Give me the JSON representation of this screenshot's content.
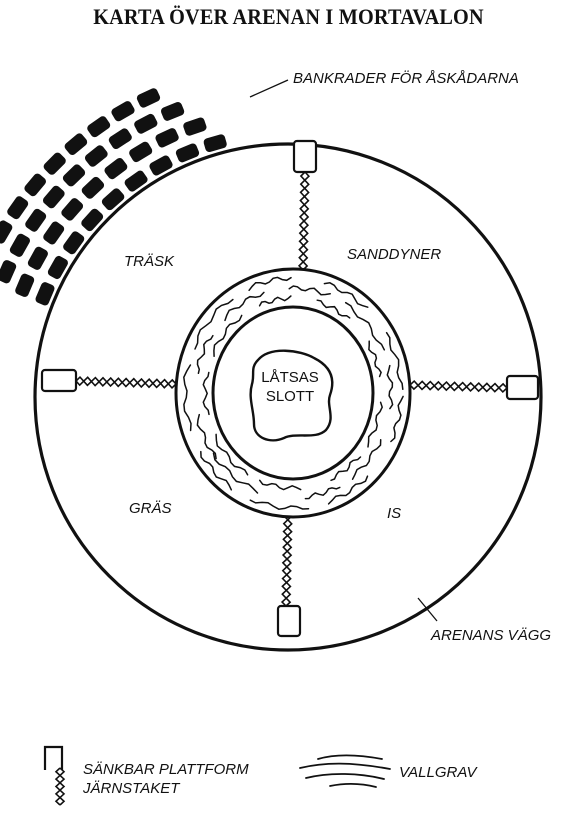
{
  "title": "KARTA ÖVER ARENAN I MORTAVALON",
  "labels": {
    "seats": "BANKRADER FÖR ÅSKÅDARNA",
    "swamp": "TRÄSK",
    "dunes": "SANDDYNER",
    "grass": "GRÄS",
    "ice": "IS",
    "castle_line1": "LÅTSAS",
    "castle_line2": "SLOTT",
    "wall": "ARENANS VÄGG"
  },
  "legend": {
    "platform": "SÄNKBAR PLATTFORM",
    "fence": "JÄRNSTAKET",
    "moat": "VALLGRAV"
  },
  "colors": {
    "ink": "#111111",
    "paper": "#ffffff"
  }
}
